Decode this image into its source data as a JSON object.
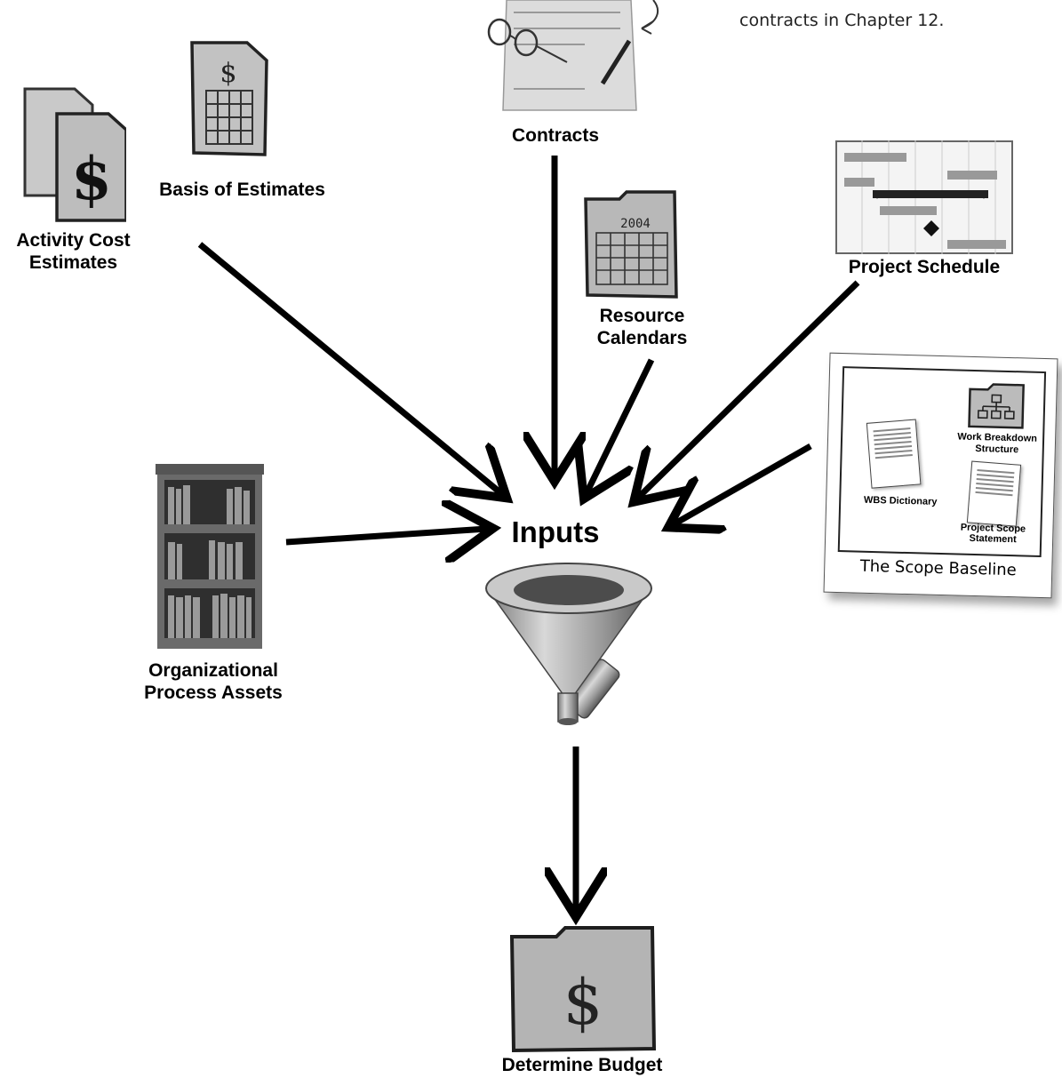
{
  "annotation": {
    "line1": "contracts in Chapter 12."
  },
  "labels": {
    "activity_cost_estimates": [
      "Activity Cost",
      "Estimates"
    ],
    "basis_of_estimates": "Basis of Estimates",
    "contracts": "Contracts",
    "resource_calendars": [
      "Resource",
      "Calendars"
    ],
    "project_schedule": "Project Schedule",
    "organizational_process_assets": [
      "Organizational",
      "Process Assets"
    ],
    "inputs": "Inputs",
    "determine_budget": "Determine Budget"
  },
  "scope_baseline": {
    "caption": "The Scope Baseline",
    "work_breakdown_structure": [
      "Work Breakdown",
      "Structure"
    ],
    "wbs_dictionary": "WBS Dictionary",
    "project_scope_statement": [
      "Project Scope",
      "Statement"
    ]
  },
  "calendar_year": "2004",
  "icons": {
    "cost_estimates": "dollar-document-icon",
    "basis": "dollar-spreadsheet-icon",
    "contracts": "contract-with-glasses-icon",
    "calendars": "calendar-folder-icon",
    "schedule": "gantt-chart-icon",
    "bookcase": "bookcase-icon",
    "funnel": "funnel-icon",
    "budget": "dollar-folder-icon"
  }
}
